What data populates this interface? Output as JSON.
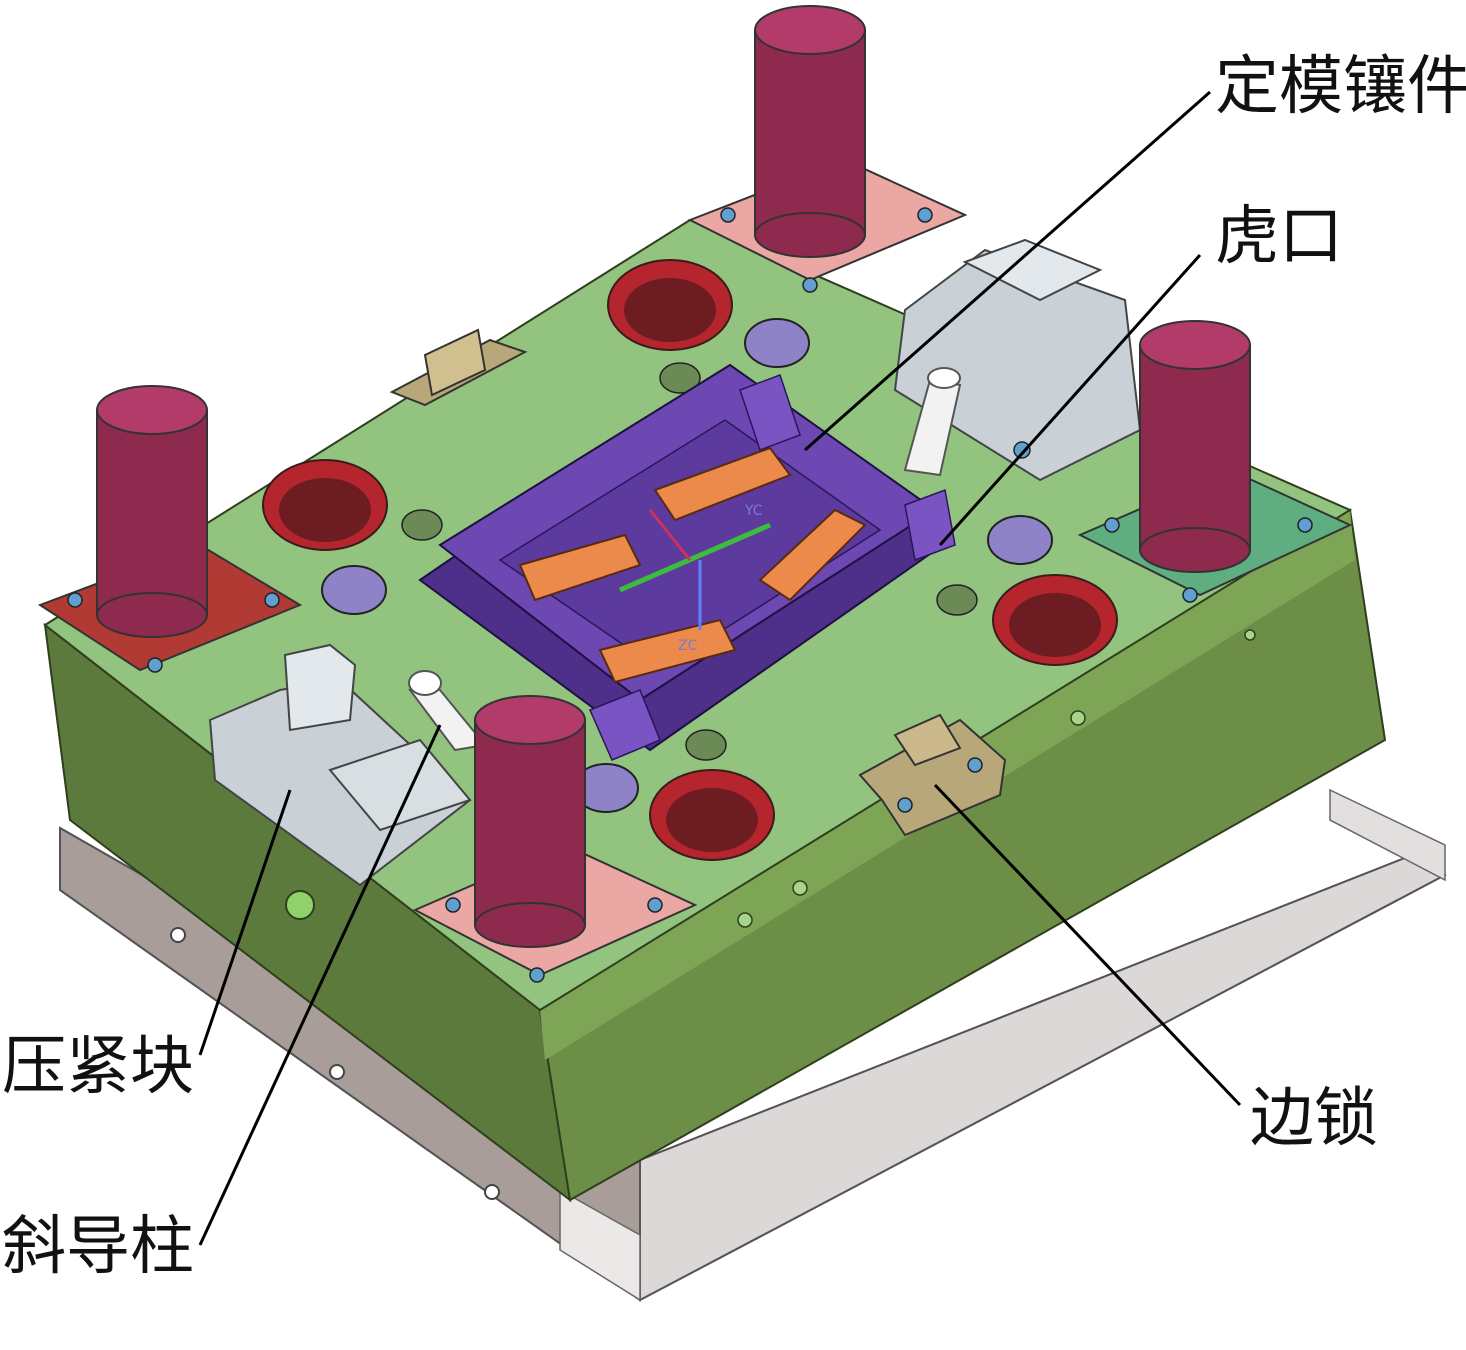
{
  "labels": {
    "fixed_insert": "定模镶件",
    "tiger_mouth": "虎口",
    "clamp_block": "压紧块",
    "angle_pin": "斜导柱",
    "side_lock": "边锁"
  },
  "cavity_axis_labels": {
    "yc": "YC",
    "zc": "ZC"
  },
  "colors": {
    "template_top": "#92c47f",
    "template_front": "#5b7a3c",
    "template_side": "#7da258",
    "base_plate": "#d9d5d4",
    "base_plate_front": "#a59a96",
    "guide_pillar": "#8e2a4d",
    "guide_pillar_top": "#b33b6a",
    "pad_pink": "#eaa7a4",
    "pad_red": "#b23a34",
    "pad_green": "#5fae82",
    "insert_purple": "#6d47b2",
    "insert_purple_dark": "#4e2f8a",
    "part_orange": "#ec8a4c",
    "clamp_grey": "#c9d1d6",
    "lock_tan": "#b8a779",
    "hole_red": "#b4252d",
    "screw_lilac": "#8f83c7"
  }
}
